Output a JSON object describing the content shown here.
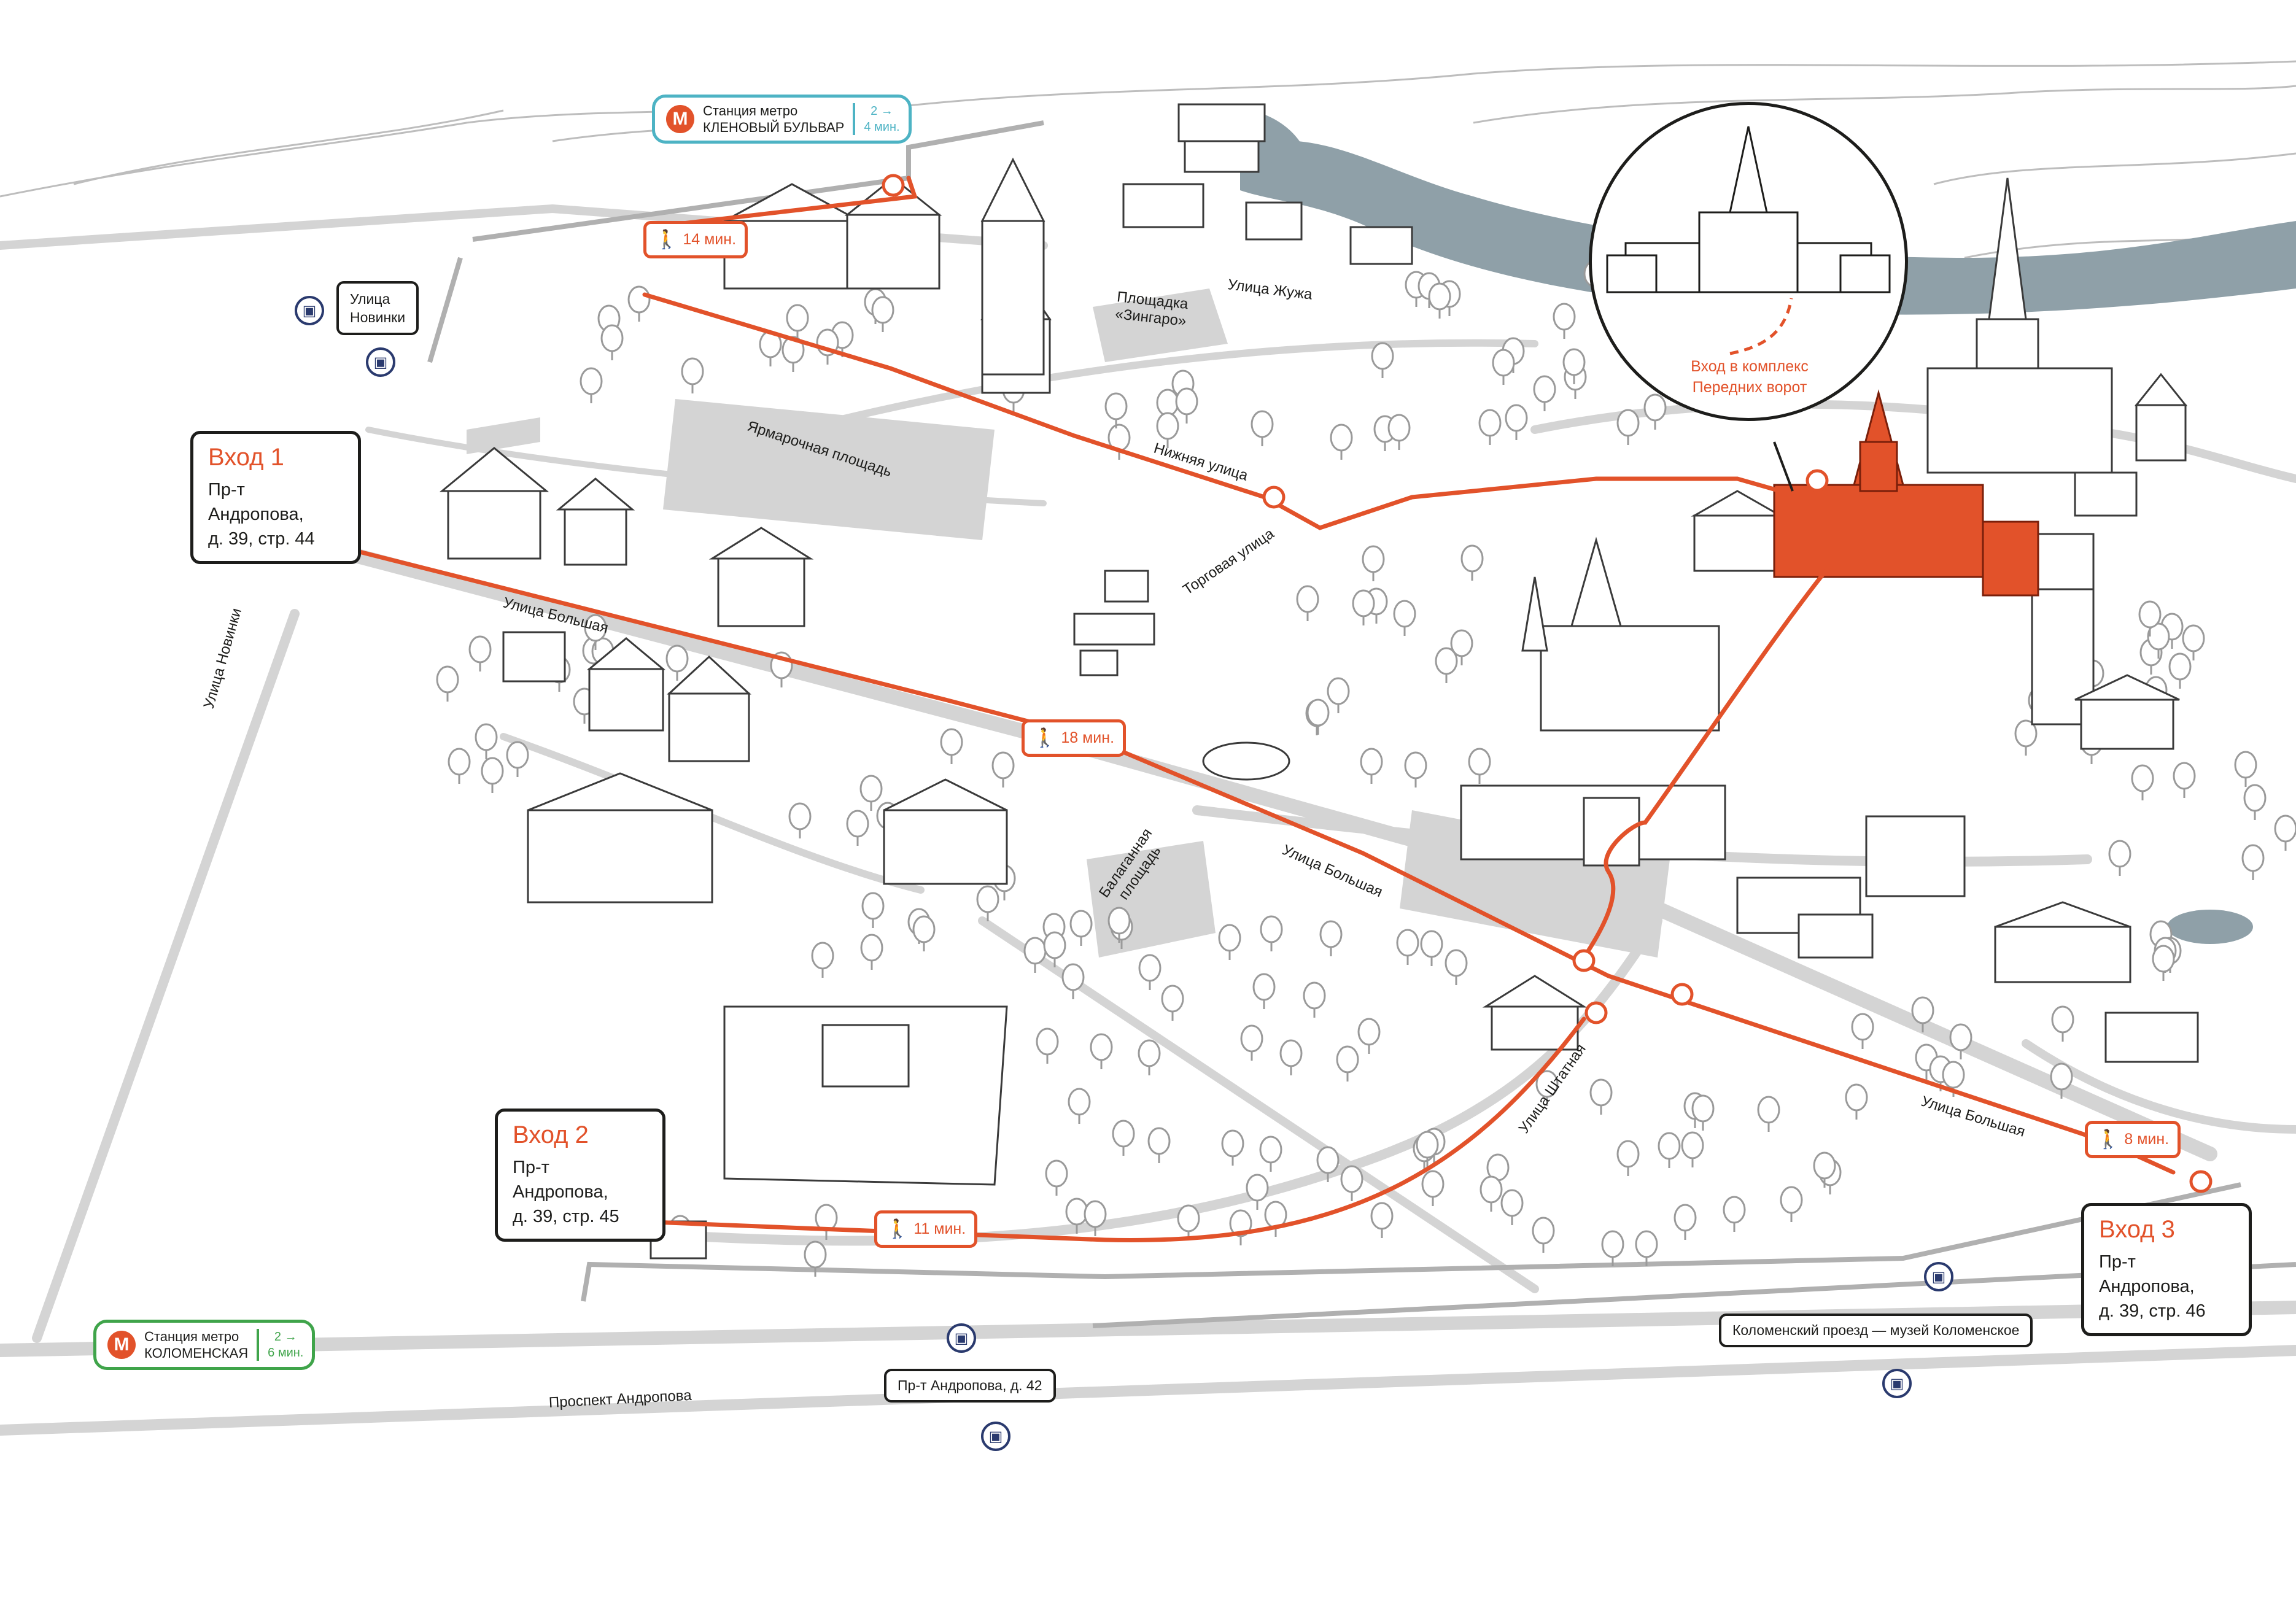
{
  "colors": {
    "accent": "#e2522a",
    "road": "#d4d4d4",
    "water": "#8fa0a8",
    "ink": "#1d1d1b",
    "metro_top": "#4db3c4",
    "metro_bottom": "#3fa44a",
    "bus": "#2a3a6e"
  },
  "entrances": [
    {
      "title": "Вход 1",
      "address": "Пр-т Андропова,\nд. 39, стр. 44"
    },
    {
      "title": "Вход 2",
      "address": "Пр-т Андропова,\nд. 39, стр. 45"
    },
    {
      "title": "Вход 3",
      "address": "Пр-т Андропова,\nд. 39, стр. 46"
    }
  ],
  "metro_stations": [
    {
      "label": "Станция метро",
      "name": "КЛЕНОВЫЙ БУЛЬВАР",
      "time_arrow": "2 →",
      "time": "4 мин."
    },
    {
      "label": "Станция метро",
      "name": "КОЛОМЕНСКАЯ",
      "time_arrow": "2 →",
      "time": "6 мин."
    }
  ],
  "walk_times": [
    {
      "time": "14 мин.",
      "icon": "walking-person-icon"
    },
    {
      "time": "18 мин.",
      "icon": "walking-person-icon"
    },
    {
      "time": "11 мин.",
      "icon": "walking-person-icon"
    },
    {
      "time": "8 мин.",
      "icon": "walking-person-icon"
    }
  ],
  "bus_stops": [
    {
      "name": "Улица\nНовинки"
    },
    {
      "name": "Пр-т Андропова, д. 42"
    },
    {
      "name": "Коломенский проезд — музей Коломенское"
    }
  ],
  "streets": [
    "Улица Новинки",
    "Улица Жужа",
    "Нижняя улица",
    "Торговая улица",
    "Улица Большая",
    "Улица Большая",
    "Улица Большая",
    "Улица Штатная",
    "Проспект Андропова"
  ],
  "areas": [
    "Площадка\n«Зингаро»",
    "Ярмарочная площадь",
    "Балаганная\nплощадь"
  ],
  "callout": {
    "text": "Вход в комплекс\nПередних ворот"
  }
}
